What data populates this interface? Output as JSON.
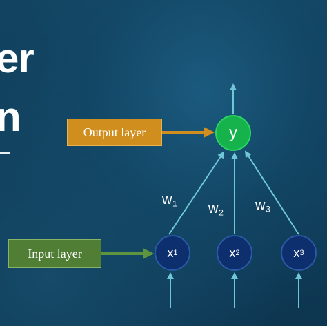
{
  "title": {
    "line1": "er",
    "line2": "n"
  },
  "output_layer": {
    "label": "Output layer",
    "node": "y"
  },
  "input_layer": {
    "label": "Input layer",
    "nodes": [
      {
        "base": "x",
        "sub": "1"
      },
      {
        "base": "x",
        "sub": "2"
      },
      {
        "base": "x",
        "sub": "3"
      }
    ]
  },
  "weights": [
    {
      "base": "w",
      "sub": "1"
    },
    {
      "base": "w",
      "sub": "2"
    },
    {
      "base": "w",
      "sub": "3"
    }
  ],
  "colors": {
    "output_callout": "#d08e1e",
    "input_callout": "#4f7e34",
    "output_node": "#16b34c",
    "input_node": "#0e2f6e",
    "arrow": "#6fc6d6"
  }
}
